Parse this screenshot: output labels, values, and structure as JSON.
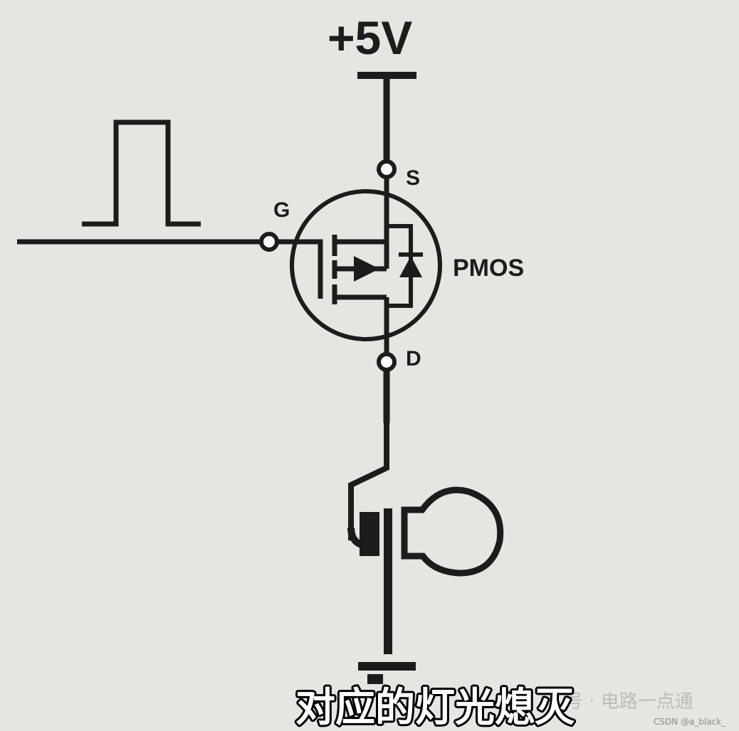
{
  "labels": {
    "supply": "+5V",
    "source": "S",
    "gate": "G",
    "drain": "D",
    "device": "PMOS"
  },
  "subtitle": "对应的灯光熄灭",
  "watermark": "号 · 电路一点通",
  "credit": "CSDN @a_black_",
  "icons": [
    "pulse-waveform-icon",
    "pmos-transistor-icon",
    "body-diode-icon",
    "lamp-bulb-icon",
    "ground-bar-icon"
  ],
  "colors": {
    "background": "#e4e6e2",
    "ink": "#1c1c1c",
    "subtitle_text": "#ffffff",
    "subtitle_outline": "#000000"
  }
}
